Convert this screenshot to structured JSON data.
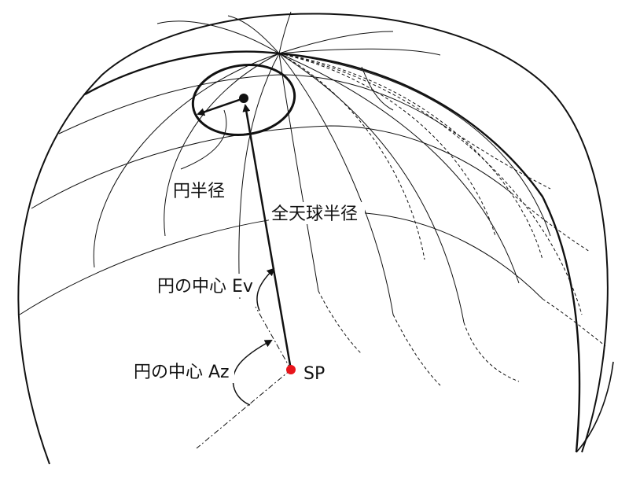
{
  "labels": {
    "circle_radius": "円半径",
    "sphere_radius": "全天球半径",
    "center_ev": "円の中心 Ev",
    "center_az": "円の中心 Az",
    "sp": "SP"
  },
  "colors": {
    "line": "#111111",
    "sp_point": "#e8151b",
    "background": "#ffffff"
  }
}
